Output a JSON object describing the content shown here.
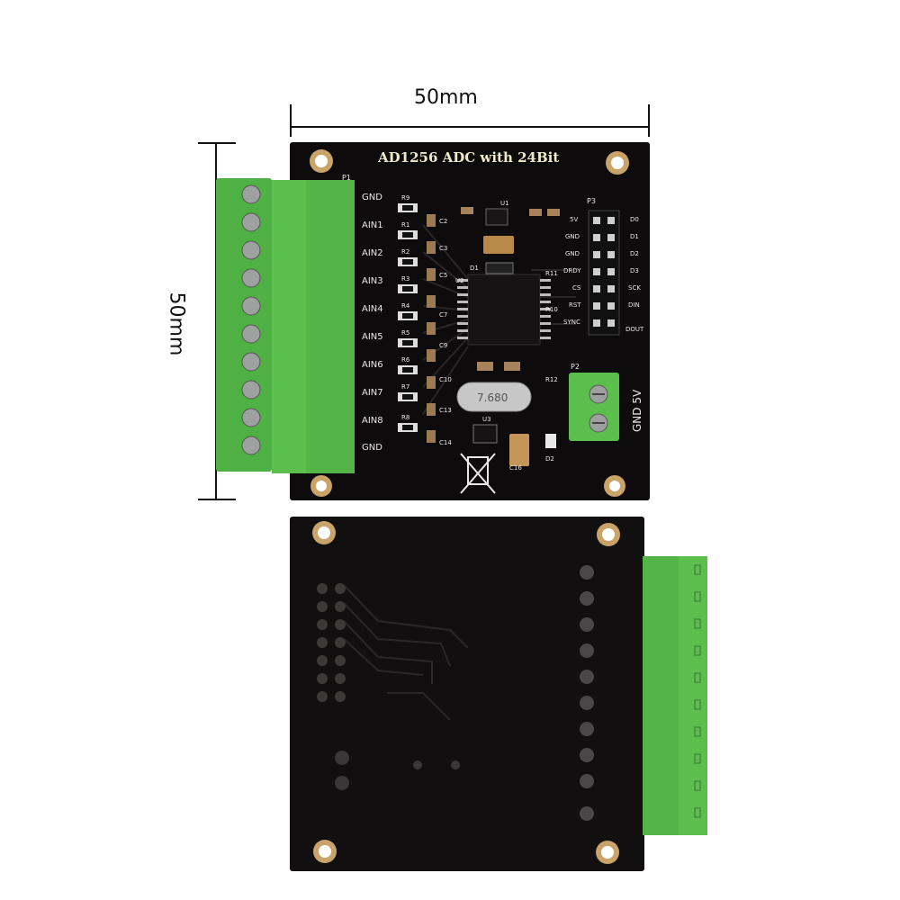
{
  "dimensions": {
    "width_label": "50mm",
    "height_label": "50mm"
  },
  "board": {
    "title": "AD1256  ADC  with  24Bit",
    "designators": {
      "terminal": "P1",
      "header": "P3",
      "power": "P2",
      "u1": "U1",
      "u2": "U2",
      "u3": "U3",
      "d1": "D1",
      "d2": "D2",
      "r9": "R9",
      "r10": "R10",
      "r11": "R11",
      "r12": "R12",
      "c16": "C16"
    },
    "input_labels": [
      "GND",
      "AIN1",
      "AIN2",
      "AIN3",
      "AIN4",
      "AIN5",
      "AIN6",
      "AIN7",
      "AIN8",
      "GND"
    ],
    "resistor_labels": [
      "R9",
      "R1",
      "R2",
      "R3",
      "R4",
      "R5",
      "R6",
      "R7",
      "R8"
    ],
    "cap_labels": [
      "C2",
      "C3",
      "C5",
      "C7",
      "C9",
      "C10",
      "C13",
      "C14"
    ],
    "header_left_labels": [
      "5V",
      "GND",
      "GND",
      "DRDY",
      "CS",
      "RST",
      "SYNC"
    ],
    "header_right_labels": [
      "D0",
      "D1",
      "D2",
      "D3",
      "SCK",
      "DIN",
      "DOUT"
    ],
    "power_label": "GND 5V",
    "crystal_marking": "7.680"
  },
  "colors": {
    "pcb": "#0d0b0c",
    "terminal_green": "#5cbf4d",
    "silkscreen": "#e8e8e8"
  }
}
